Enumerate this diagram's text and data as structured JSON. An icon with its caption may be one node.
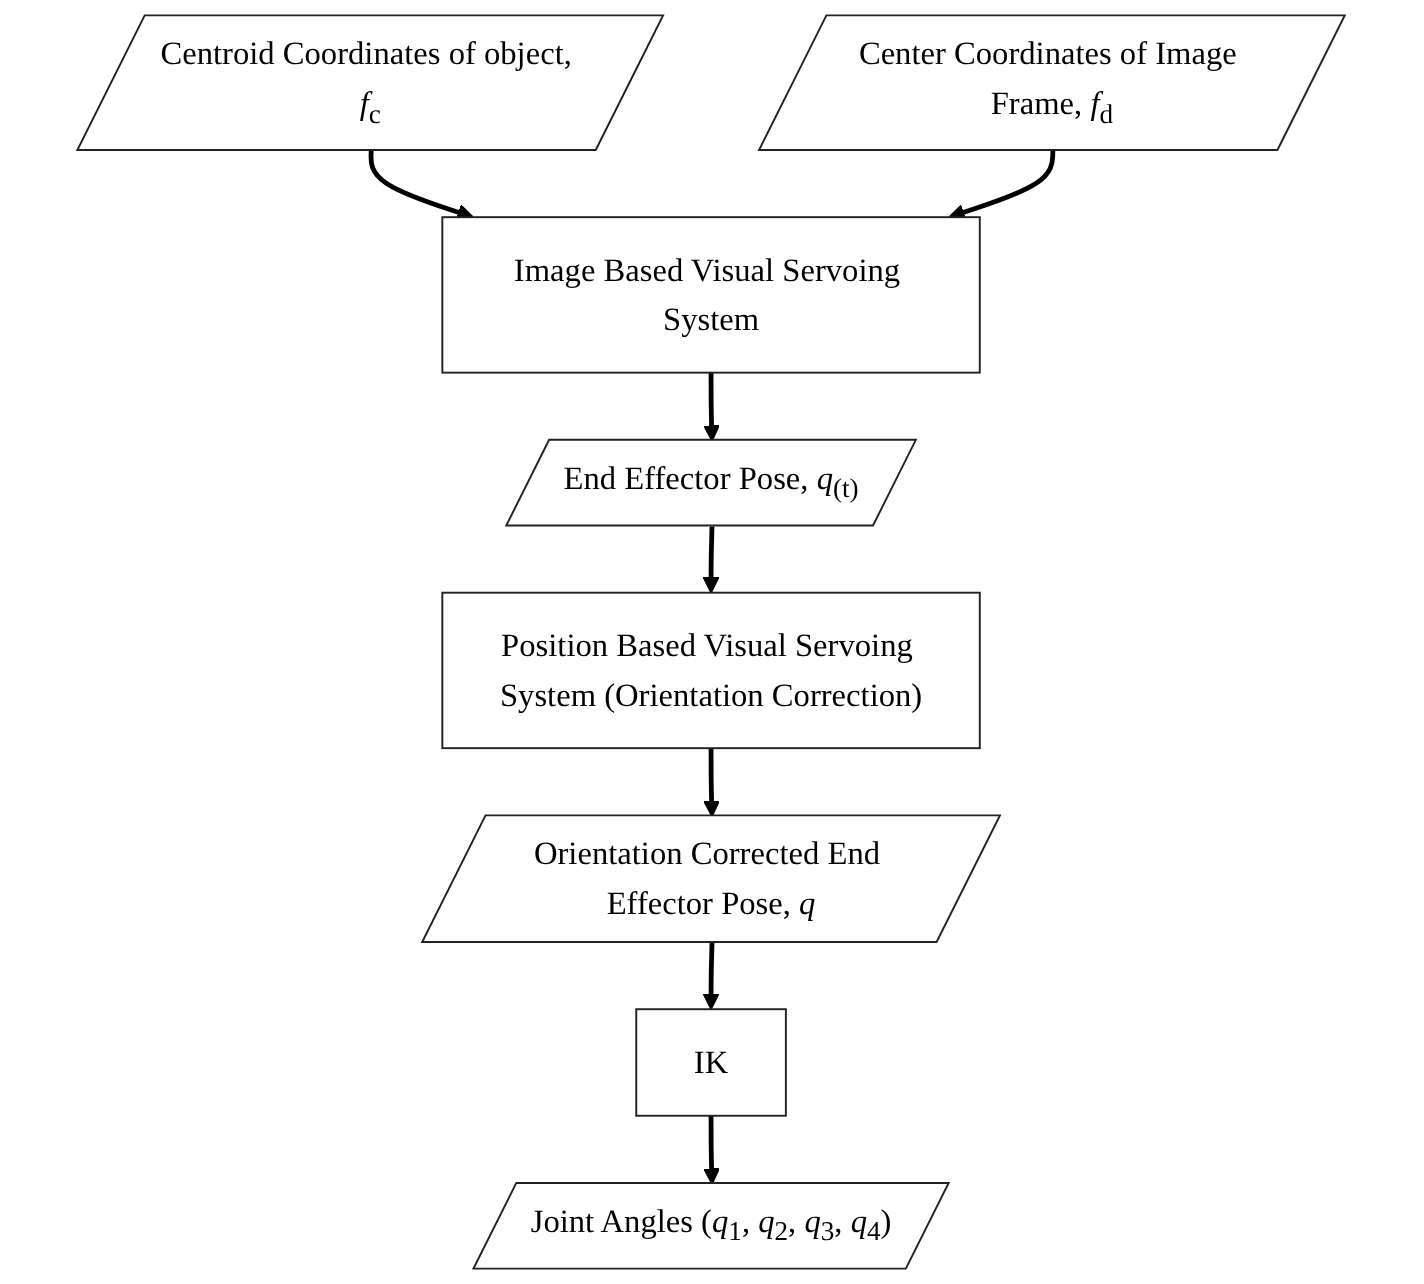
{
  "diagram": {
    "nodes": [
      {
        "text": [
          "Centroid Coordinates of object, *f*$_{c}$"
        ]
      },
      {
        "text": [
          "Image Based Visual Servoing System"
        ]
      },
      {
        "text": [
          "Center Coordinates of Image Frame, *f*$_{d}$"
        ]
      },
      {
        "text": [
          "End Effector Pose, *q*$_{(t)}$"
        ]
      },
      {
        "text": [
          "Position Based Visual Servoing System (Orientation Correction)"
        ]
      },
      {
        "text": [
          "Orientation Corrected End Effector Pose, *q*"
        ]
      },
      {
        "text": [
          "IK"
        ]
      },
      {
        "text": [
          "Joint Angles (*q*$_{1}$, *q*$_{2}$, *q*$_{3}$, *q*$_{4}$)"
        ]
      }
    ],
    "edges": [
      {
        "from": 0,
        "to": 1,
        "arrow": "to"
      },
      {
        "from": 2,
        "to": 1,
        "arrow": "to"
      },
      {
        "from": 1,
        "to": 3,
        "arrow": "to"
      },
      {
        "from": 3,
        "to": 4,
        "arrow": "to"
      },
      {
        "from": 4,
        "to": 5,
        "arrow": "to"
      },
      {
        "from": 5,
        "to": 6,
        "arrow": "to"
      },
      {
        "from": 6,
        "to": 7,
        "arrow": "to"
      }
    ]
  }
}
